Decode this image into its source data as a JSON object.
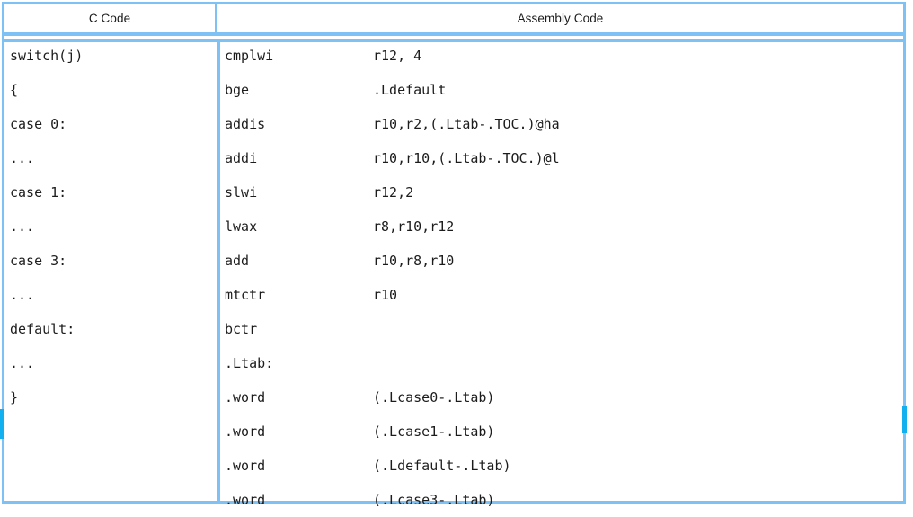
{
  "table": {
    "headers": {
      "c": "C Code",
      "assembly": "Assembly Code"
    },
    "border_color": "#7ec2f5",
    "thumb_color": "#13b0ef",
    "c_code": [
      "switch(j)",
      "{",
      "case 0:",
      "...",
      "case 1:",
      "...",
      "case 3:",
      "...",
      "default:",
      "...",
      "}"
    ],
    "assembly": [
      {
        "mnemonic": "cmplwi",
        "operand": "r12, 4"
      },
      {
        "mnemonic": "bge",
        "operand": ".Ldefault"
      },
      {
        "mnemonic": "addis",
        "operand": "r10,r2,(.Ltab-.TOC.)@ha"
      },
      {
        "mnemonic": "addi",
        "operand": "r10,r10,(.Ltab-.TOC.)@l"
      },
      {
        "mnemonic": "slwi",
        "operand": "r12,2"
      },
      {
        "mnemonic": "lwax",
        "operand": "r8,r10,r12"
      },
      {
        "mnemonic": "add",
        "operand": "r10,r8,r10"
      },
      {
        "mnemonic": "mtctr",
        "operand": "r10"
      },
      {
        "mnemonic": "bctr",
        "operand": ""
      },
      {
        "mnemonic": ".Ltab:",
        "operand": ""
      },
      {
        "mnemonic": ".word",
        "operand": "(.Lcase0-.Ltab)"
      },
      {
        "mnemonic": ".word",
        "operand": "(.Lcase1-.Ltab)"
      },
      {
        "mnemonic": ".word",
        "operand": "(.Ldefault-.Ltab)"
      },
      {
        "mnemonic": ".word",
        "operand": "(.Lcase3-.Ltab)"
      }
    ]
  }
}
